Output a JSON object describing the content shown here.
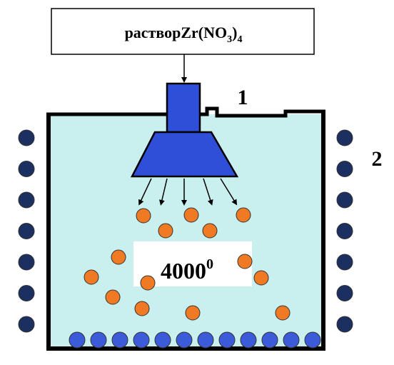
{
  "solution_box": {
    "prefix": "раствор",
    "formula_main": "Zr(NO",
    "sub_3": "3",
    "formula_close": ")",
    "sub_4": "4"
  },
  "labels": {
    "vessel_number": "1",
    "heater_number": "2"
  },
  "temperature": {
    "value": "4000",
    "superscript": "0"
  },
  "colors": {
    "vessel_fill": "#c9efef",
    "vessel_wall": "#000000",
    "nozzle_fill": "#2f4fd8",
    "droplet_fill": "#f07a24",
    "bottom_particle_fill": "#3b5bd8",
    "heater_fill": "#1b3060"
  },
  "icons": {
    "spray_arrow": "arrow-down-icon",
    "heater_element": "heater-coil-icon",
    "droplet": "droplet-icon",
    "particle": "particle-icon"
  }
}
